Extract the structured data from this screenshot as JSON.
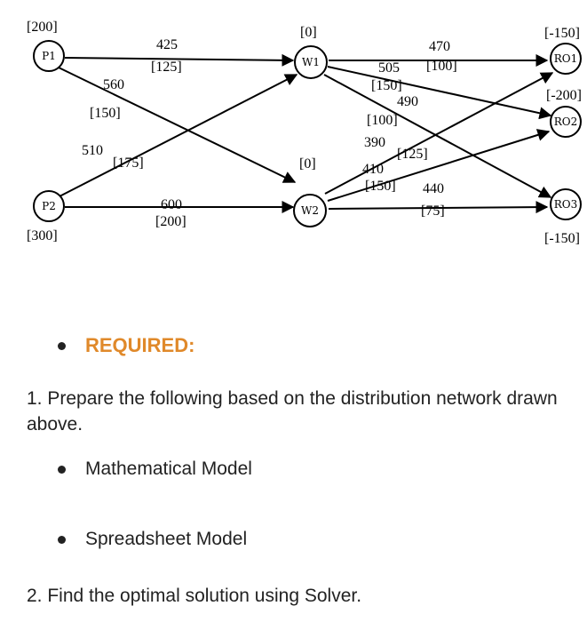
{
  "diagram": {
    "nodes": {
      "P1": {
        "label": "P1",
        "supply": "[200]"
      },
      "P2": {
        "label": "P2",
        "supply": "[300]"
      },
      "W1": {
        "label": "W1",
        "supply": "[0]"
      },
      "W2": {
        "label": "W2",
        "supply": "[0]"
      },
      "RO1": {
        "label": "RO1",
        "supply": "[-150]"
      },
      "RO2": {
        "label": "RO2",
        "supply": "[-200]"
      },
      "RO3": {
        "label": "RO3",
        "supply": "[-150]"
      }
    },
    "arcs": {
      "p1_w1": {
        "cost": "425",
        "cap": "[125]"
      },
      "p1_w2": {
        "cost": "560",
        "cap": "[150]"
      },
      "p2_w1": {
        "cost": "510",
        "cap": "[175]"
      },
      "p2_w2": {
        "cost": "600",
        "cap": "[200]"
      },
      "w1_ro1": {
        "cost": "470",
        "cap": "[100]"
      },
      "w1_ro2": {
        "cost": "505",
        "cap": "[150]"
      },
      "w1_ro3": {
        "cost": "490",
        "cap": "[100]"
      },
      "w2_ro1": {
        "cost": "390",
        "cap": "[125]"
      },
      "w2_ro2": {
        "cost": "410",
        "cap": "[150]"
      },
      "w2_ro3": {
        "cost": "440",
        "cap": "[75]"
      }
    }
  },
  "required_label": "REQUIRED:",
  "q1_text": "1. Prepare the following based on the distribution network drawn above.",
  "sub_items": [
    "Mathematical Model",
    "Spreadsheet Model"
  ],
  "q2_text": "2. Find the optimal solution using Solver."
}
